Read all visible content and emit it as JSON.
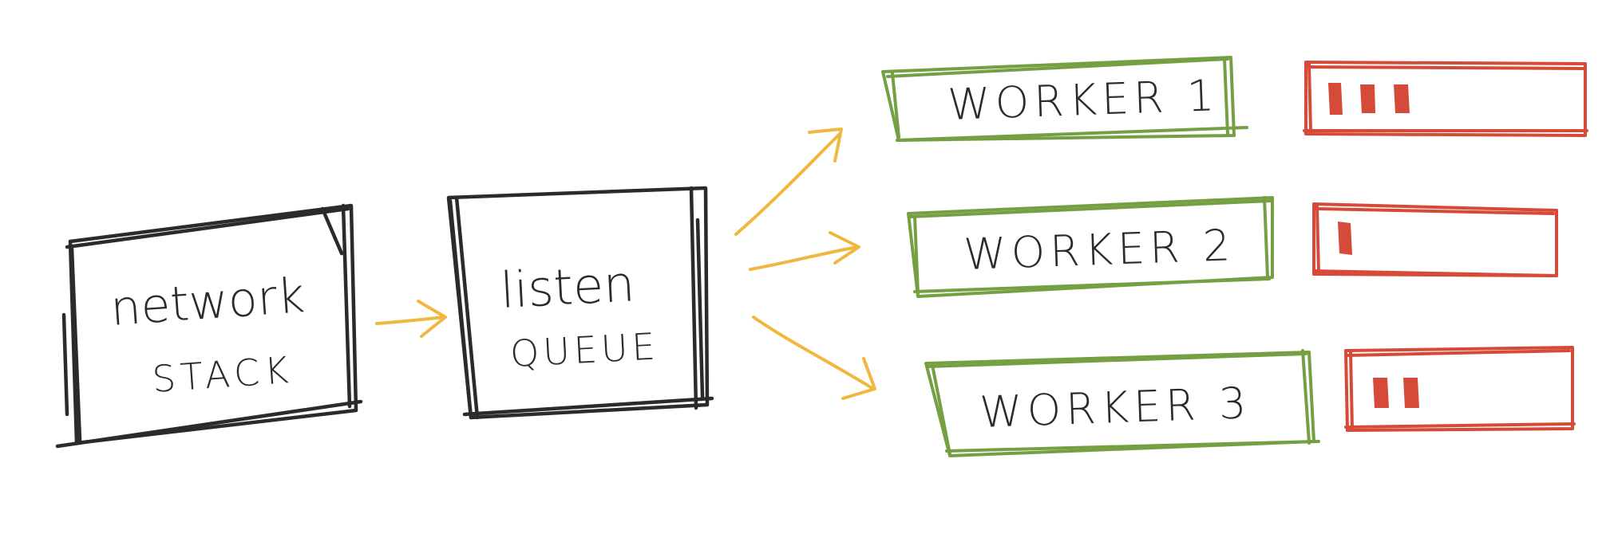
{
  "nodes": {
    "network_stack": {
      "line1": "network",
      "line2": "STACK"
    },
    "listen_queue": {
      "line1": "listen",
      "line2": "QUEUE"
    }
  },
  "workers": [
    {
      "label": "WORKER 1",
      "queue_marks": 3
    },
    {
      "label": "WORKER 2",
      "queue_marks": 1
    },
    {
      "label": "WORKER 3",
      "queue_marks": 2
    }
  ],
  "colors": {
    "ink": "#2b2b2b",
    "worker_border": "#74a043",
    "queue_border": "#d64a3a",
    "arrow": "#f0b840"
  }
}
